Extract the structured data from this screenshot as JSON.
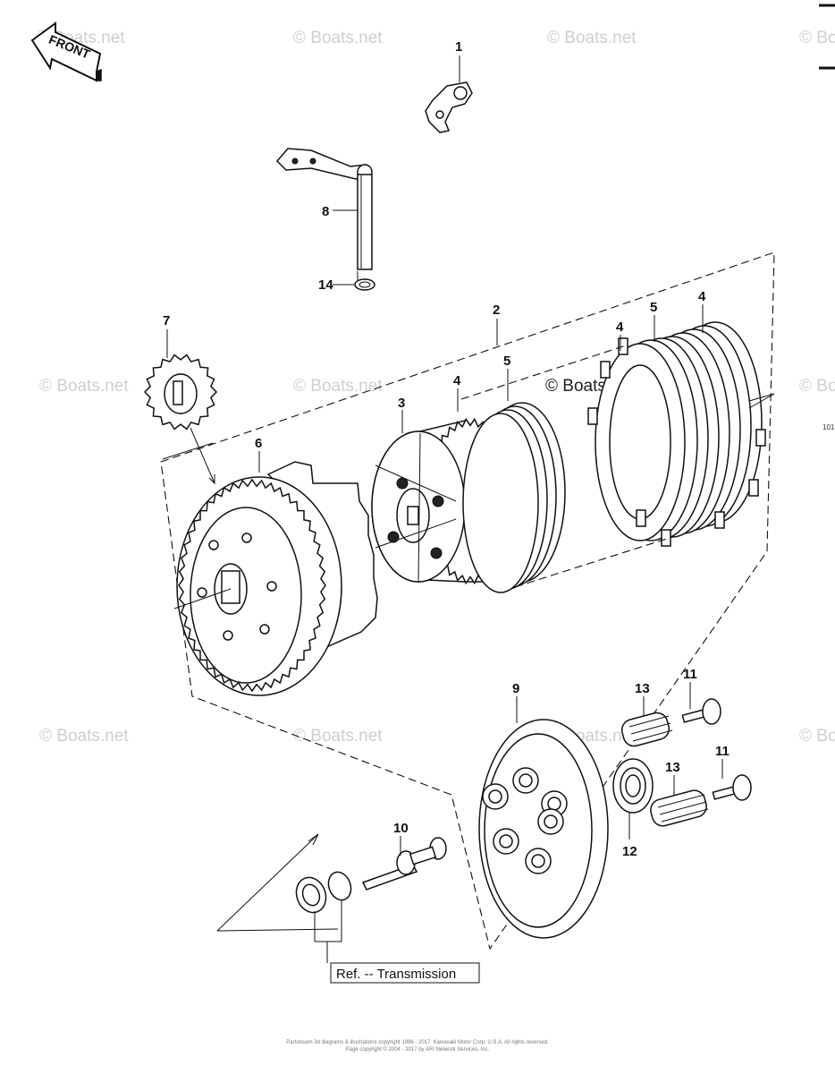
{
  "front_label": "FRONT",
  "watermark": "© Boats.net",
  "edge_label": "101",
  "callouts": [
    "1",
    "8",
    "14",
    "7",
    "2",
    "6",
    "3",
    "4",
    "5",
    "4",
    "5",
    "4",
    "9",
    "13",
    "11",
    "13",
    "11",
    "12",
    "10"
  ],
  "ref_label": "Ref. -- Transmission",
  "footer": {
    "line1": "Partstream 3d diagrams & illustrations copyright 1996 - 2017. Kawasaki Motor Corp. U.S.A. All rights reserved.",
    "line2": "Page copyright © 2004 - 2017 by ARI Network Services, Inc."
  }
}
